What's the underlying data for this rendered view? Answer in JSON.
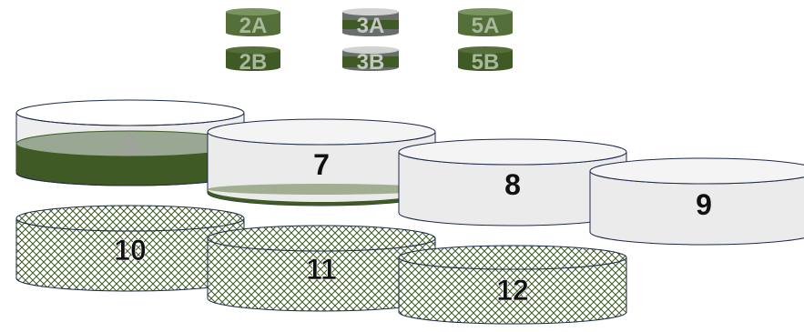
{
  "small_labels": {
    "c2a": "2A",
    "c2b": "2B",
    "c3a": "3A",
    "c3b": "3B",
    "c5a": "5A",
    "c5b": "5B"
  },
  "dishes": {
    "d6": "6",
    "d7": "7",
    "d8": "8",
    "d9": "9",
    "d10": "10",
    "d11": "11",
    "d12": "12"
  },
  "colors": {
    "dark_green": "#3f5a25",
    "mid_green": "#556f3a",
    "grey_fill": "#a8aca8",
    "dish_empty": "#e9e9e9",
    "dish_outline": "#1f2a4a",
    "label_grey": "#a0a0a0",
    "label_dark": "#111111"
  }
}
